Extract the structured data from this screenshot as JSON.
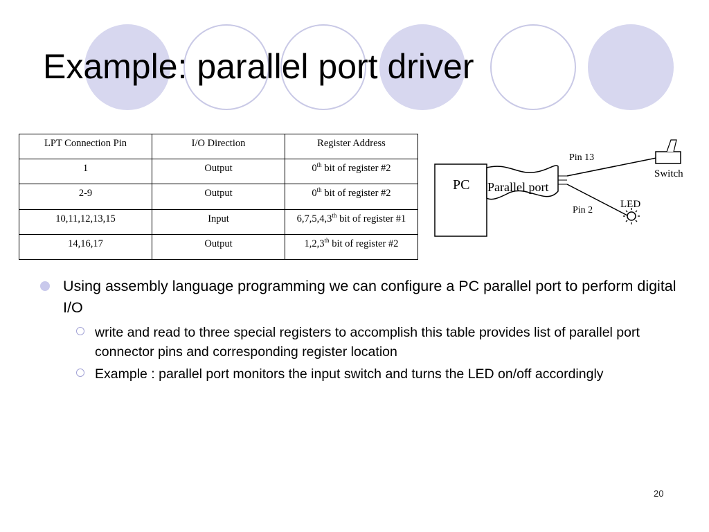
{
  "slide": {
    "title": "Example: parallel port driver",
    "page_number": "20"
  },
  "colors": {
    "circle_fill": "#d7d7ef",
    "circle_outline": "#c9c9e6",
    "bullet_fill": "#c9c9ec",
    "sub_bullet_ring": "#a3a3d6"
  },
  "table": {
    "headers": [
      "LPT Connection Pin",
      "I/O Direction",
      "Register Address"
    ],
    "rows": [
      {
        "pin": "1",
        "direction": "Output",
        "reg_prefix": "0",
        "reg_sup": "th",
        "reg_suffix": " bit of register #2"
      },
      {
        "pin": "2-9",
        "direction": "Output",
        "reg_prefix": "0",
        "reg_sup": "th",
        "reg_suffix": " bit of register #2"
      },
      {
        "pin": "10,11,12,13,15",
        "direction": "Input",
        "reg_prefix": "6,7,5,4,3",
        "reg_sup": "th",
        "reg_suffix": " bit of register #1"
      },
      {
        "pin": "14,16,17",
        "direction": "Output",
        "reg_prefix": "1,2,3",
        "reg_sup": "th",
        "reg_suffix": " bit of register #2"
      }
    ]
  },
  "diagram": {
    "pc_label": "PC",
    "parallel_port_label": "Parallel port",
    "pin13_label": "Pin 13",
    "pin2_label": "Pin 2",
    "switch_label": "Switch",
    "led_label": "LED"
  },
  "bullets": {
    "main": "Using assembly language programming we can configure a PC parallel port to perform digital I/O",
    "sub": [
      "write and read to three special registers to accomplish this table provides list of parallel port connector pins and corresponding register location",
      "Example : parallel port monitors the input switch and turns the LED on/off accordingly"
    ]
  }
}
